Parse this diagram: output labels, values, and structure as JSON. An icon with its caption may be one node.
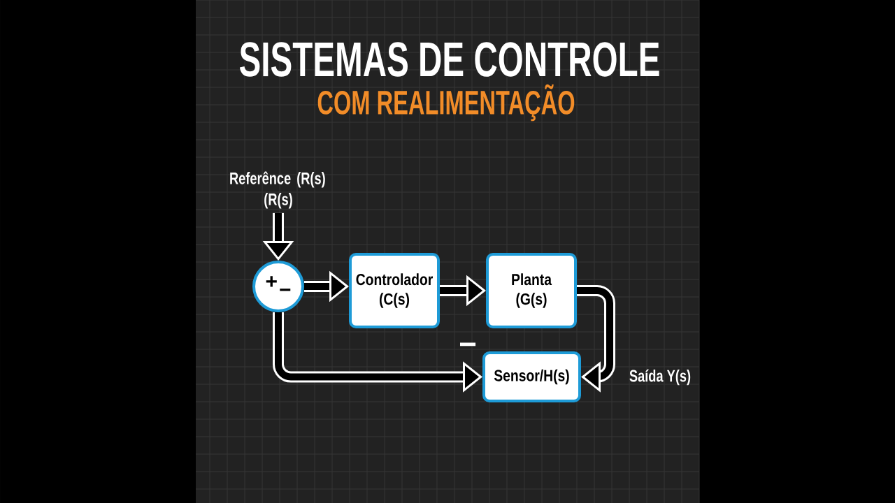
{
  "diagram": {
    "title": "SISTEMAS DE CONTROLE",
    "nodes": [
      {
        "text": [
          "Referênce (R(s) (R(s)"
        ]
      },
      {
        "text": [
          "+",
          "−"
        ]
      },
      {
        "text": [
          "Controlador",
          "(C(s)"
        ]
      },
      {
        "text": [
          "Planta",
          "(G(s)"
        ]
      },
      {
        "text": [
          "Sensor/H(s)"
        ]
      }
    ],
    "edges": [
      {
        "from": 0,
        "to": 1,
        "arrow": "to"
      },
      {
        "from": 1,
        "to": 2,
        "arrow": "to"
      },
      {
        "from": 2,
        "to": 3,
        "arrow": "to"
      },
      {
        "from": 3,
        "to": 4,
        "arrow": "to"
      },
      {
        "from": 1,
        "to": 4,
        "arrow": "to"
      }
    ],
    "labels": [
      "COM REALIMENTAÇÃO",
      "−",
      "Saída Y(s)"
    ]
  }
}
